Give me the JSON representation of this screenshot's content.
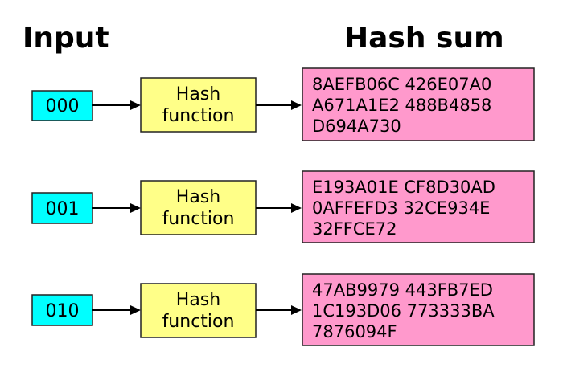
{
  "headers": {
    "input": "Input",
    "hash_sum": "Hash sum"
  },
  "colors": {
    "input_box": "#00ffff",
    "function_box": "#ffff88",
    "hash_box": "#ff99cc"
  },
  "rows": [
    {
      "input": "000",
      "function_label": [
        "Hash",
        "function"
      ],
      "hash_lines": [
        "8AEFB06C 426E07A0",
        "A671A1E2 488B4858",
        "D694A730"
      ]
    },
    {
      "input": "001",
      "function_label": [
        "Hash",
        "function"
      ],
      "hash_lines": [
        "E193A01E CF8D30AD",
        "0AFFEFD3 32CE934E",
        "32FFCE72"
      ]
    },
    {
      "input": "010",
      "function_label": [
        "Hash",
        "function"
      ],
      "hash_lines": [
        "47AB9979 443FB7ED",
        "1C193D06 773333BA",
        "7876094F"
      ]
    }
  ]
}
